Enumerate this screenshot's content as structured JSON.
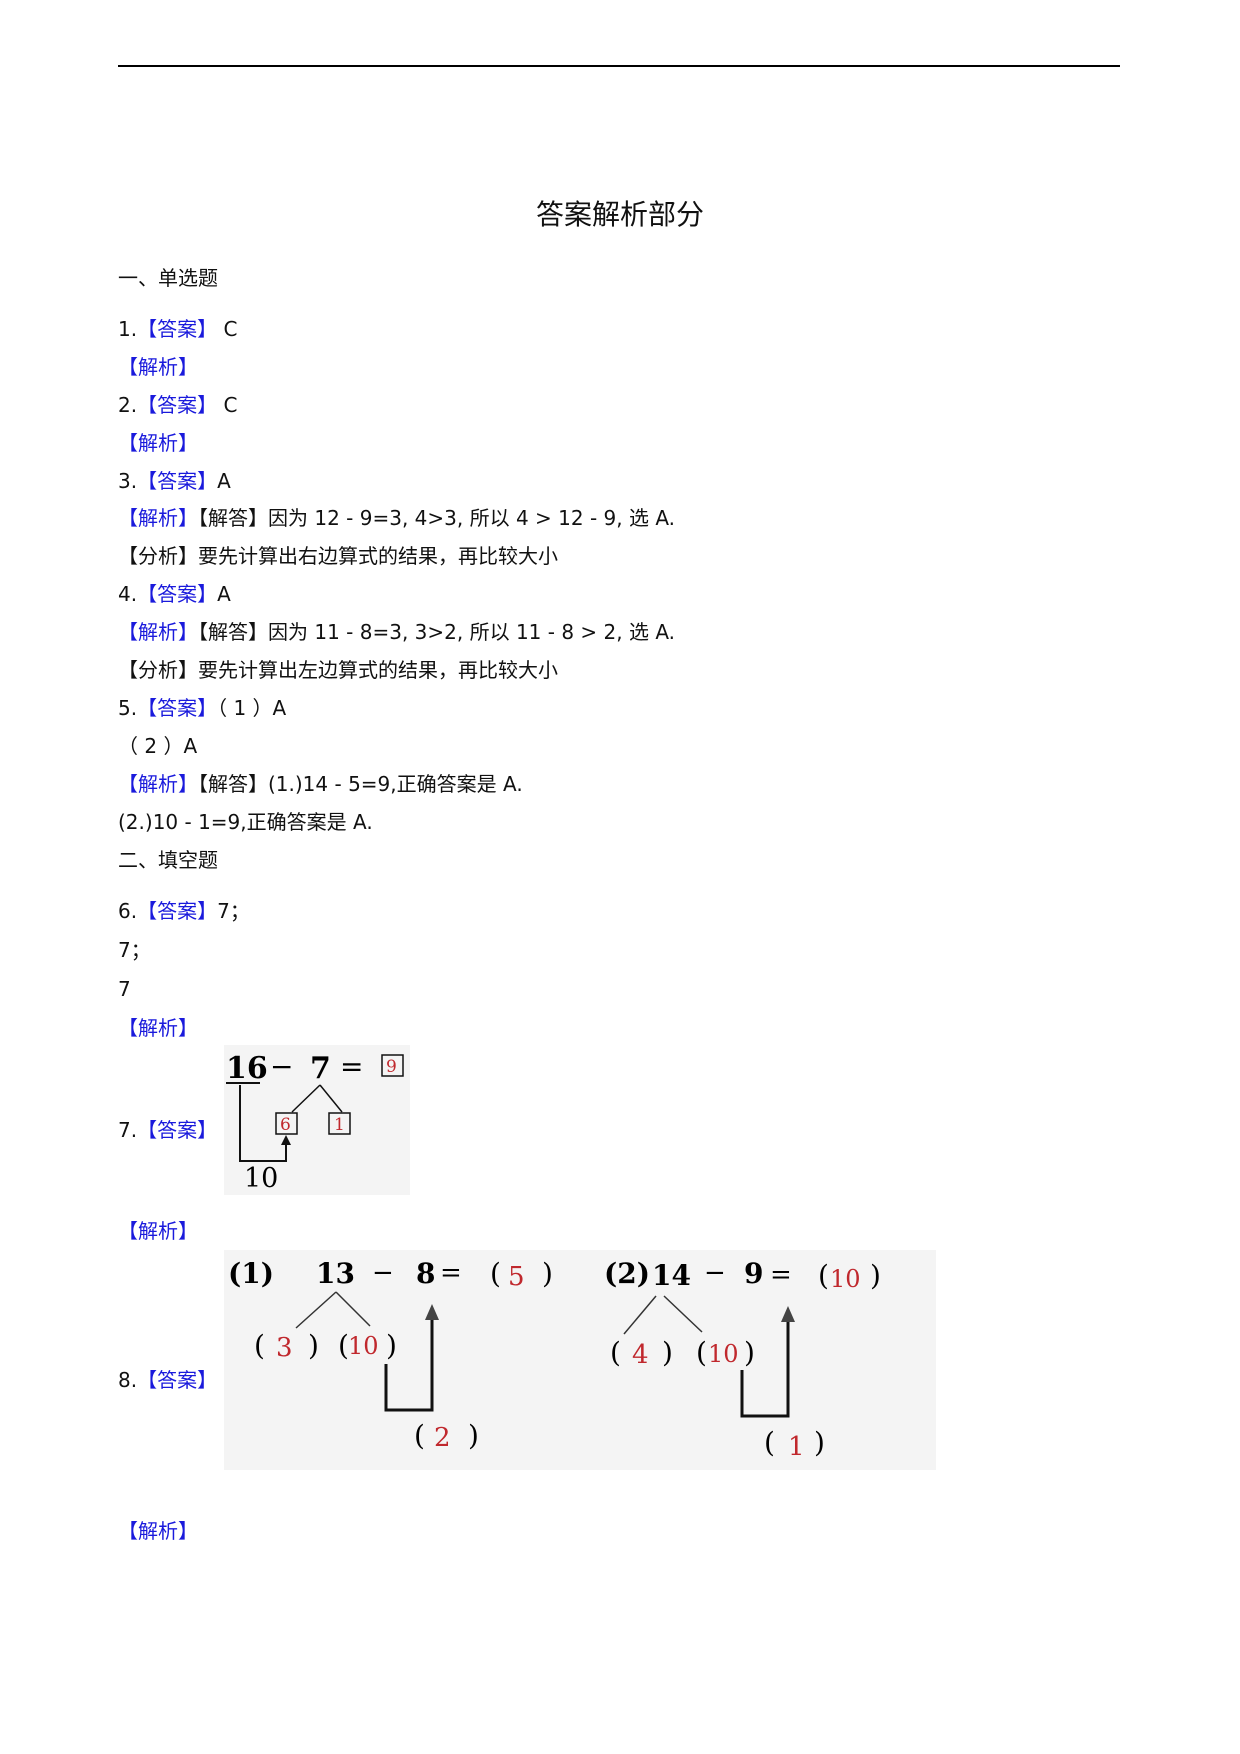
{
  "title": "答案解析部分",
  "sections": {
    "single_choice": "一、单选题",
    "fill_blank": "二、填空题"
  },
  "labels": {
    "answer": "【答案】",
    "analysis": "【解析】"
  },
  "q1": {
    "num": "1.",
    "answer": " C"
  },
  "q2": {
    "num": "2.",
    "answer": " C"
  },
  "q3": {
    "num": "3.",
    "answer": "A",
    "solution": "【解答】因为 12 - 9=3, 4>3, 所以 4 > 12 - 9, 选 A.",
    "hint": "【分析】要先计算出右边算式的结果，再比较大小"
  },
  "q4": {
    "num": "4.",
    "answer": "A",
    "solution": "【解答】因为 11 - 8=3, 3>2, 所以 11 - 8 > 2, 选 A.",
    "hint": "【分析】要先计算出左边算式的结果，再比较大小"
  },
  "q5": {
    "num": "5.",
    "answer1": "（ 1 ）A",
    "answer2": "（ 2 ）A",
    "solution1": "【解答】(1.)14 - 5=9,正确答案是 A.",
    "solution2": "(2.)10 - 1=9,正确答案是 A."
  },
  "q6": {
    "num": "6.",
    "answers": [
      "7；",
      "7；",
      "7"
    ]
  },
  "q7": {
    "num": "7.",
    "figure": {
      "minuend": "16",
      "minus": "−",
      "subtrahend": "7",
      "equals": "=",
      "result": "9",
      "split_a": "6",
      "split_b": "1",
      "ten": "10"
    }
  },
  "q8": {
    "num": "8.",
    "figure": {
      "p1": {
        "label": "(1)",
        "minuend": "13",
        "minus": "−",
        "subtrahend": "8",
        "equals": "=",
        "result": "5",
        "split_a": "3",
        "split_b": "10",
        "diff": "2"
      },
      "p2": {
        "label": "(2)",
        "minuend": "14",
        "minus": "−",
        "subtrahend": "9",
        "equals": "=",
        "result": "10",
        "split_a": "4",
        "split_b": "10",
        "diff": "1"
      }
    }
  },
  "colors": {
    "accent_blue": "#1a1adc",
    "answer_red": "#c0282d"
  }
}
